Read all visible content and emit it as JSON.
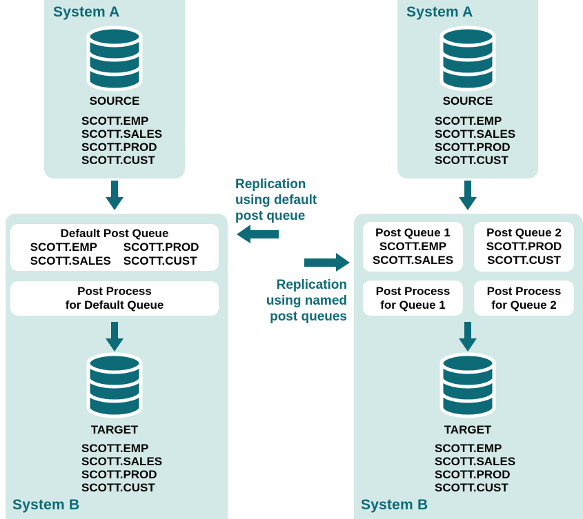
{
  "colors": {
    "panel_bg": "#d2e9e7",
    "accent_teal": "#0d6b78",
    "db_fill": "#0d6b78",
    "box_bg": "#ffffff",
    "text": "#000000"
  },
  "left_diagram": {
    "system_a": {
      "label": "System A",
      "db_caption": "SOURCE",
      "tables": [
        "SCOTT.EMP",
        "SCOTT.SALES",
        "SCOTT.PROD",
        "SCOTT.CUST"
      ]
    },
    "system_b": {
      "label": "System B",
      "db_caption": "TARGET",
      "tables": [
        "SCOTT.EMP",
        "SCOTT.SALES",
        "SCOTT.PROD",
        "SCOTT.CUST"
      ],
      "queue_box": {
        "title": "Default Post Queue",
        "col1": [
          "SCOTT.EMP",
          "SCOTT.SALES"
        ],
        "col2": [
          "SCOTT.PROD",
          "SCOTT.CUST"
        ]
      },
      "post_process_box": {
        "line1": "Post Process",
        "line2": "for Default Queue"
      }
    }
  },
  "right_diagram": {
    "system_a": {
      "label": "System A",
      "db_caption": "SOURCE",
      "tables": [
        "SCOTT.EMP",
        "SCOTT.SALES",
        "SCOTT.PROD",
        "SCOTT.CUST"
      ]
    },
    "system_b": {
      "label": "System B",
      "db_caption": "TARGET",
      "tables": [
        "SCOTT.EMP",
        "SCOTT.SALES",
        "SCOTT.PROD",
        "SCOTT.CUST"
      ],
      "queue1": {
        "title": "Post Queue 1",
        "tables": [
          "SCOTT.EMP",
          "SCOTT.SALES"
        ]
      },
      "queue2": {
        "title": "Post Queue 2",
        "tables": [
          "SCOTT.PROD",
          "SCOTT.CUST"
        ]
      },
      "post_process_1": {
        "line1": "Post Process",
        "line2": "for Queue 1"
      },
      "post_process_2": {
        "line1": "Post Process",
        "line2": "for Queue 2"
      }
    }
  },
  "center": {
    "label_left": {
      "line1": "Replication",
      "line2": "using default",
      "line3": "post queue"
    },
    "label_right": {
      "line1": "Replication",
      "line2": "using named",
      "line3": "post queues"
    }
  }
}
